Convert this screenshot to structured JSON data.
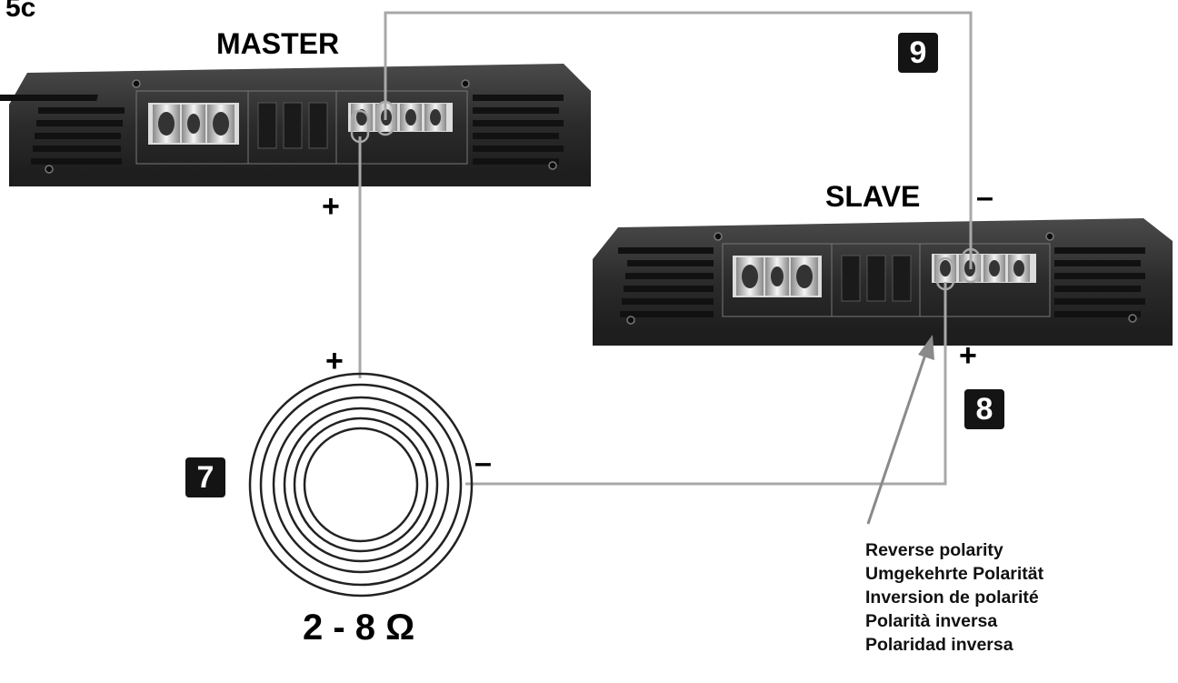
{
  "figure_label": "5c",
  "amplifiers": {
    "master_label": "MASTER",
    "slave_label": "SLAVE"
  },
  "signs": {
    "plus": "+",
    "minus": "–"
  },
  "badges": {
    "seven": "7",
    "eight": "8",
    "nine": "9"
  },
  "speaker": {
    "impedance": "2 - 8 Ω"
  },
  "polarity_note": {
    "lines": [
      "Reverse polarity",
      "Umgekehrte Polarität",
      "Inversion de polarité",
      "Polarità inversa",
      "Polaridad inversa"
    ]
  },
  "colors": {
    "chassis": "#2e2e2e",
    "panel": "#2a2a2a",
    "wire": "#a8a8a8",
    "badge": "#141414"
  }
}
